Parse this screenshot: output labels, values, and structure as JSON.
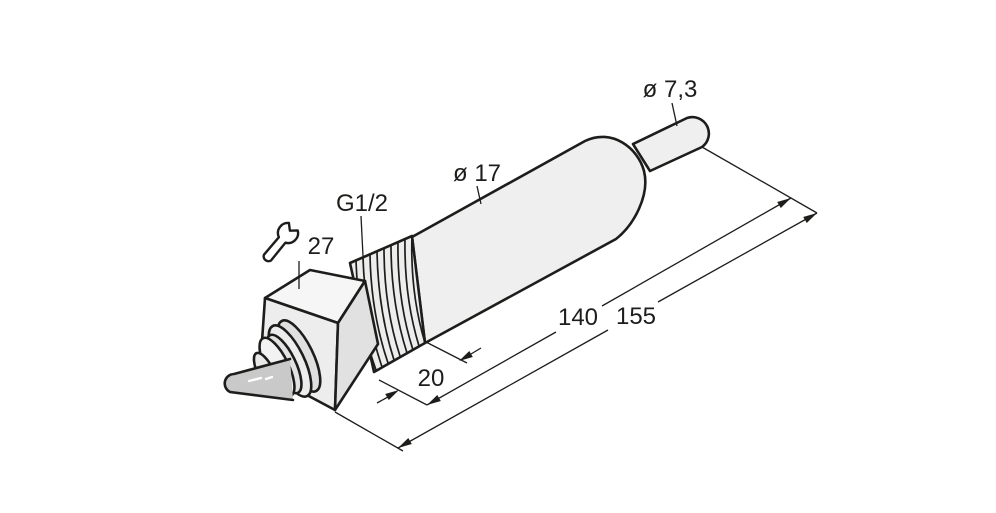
{
  "figure": {
    "type": "technical-dimension-drawing",
    "subject": "threaded immersion probe sensor with hex fitting and cable",
    "background_color": "#ffffff",
    "line_color": "#1d1d1b",
    "body_fill": "#efefef",
    "body_fill_dark": "#e1e1e1",
    "cable_fill": "#c9c9c9"
  },
  "labels": {
    "tip_diameter": "ø 7,3",
    "body_diameter": "ø 17",
    "thread_spec": "G1/2",
    "wrench_size": "27",
    "thread_length": "20",
    "probe_length": "140",
    "overall_length": "155"
  },
  "icons": {
    "wrench": "open-end-wrench"
  }
}
